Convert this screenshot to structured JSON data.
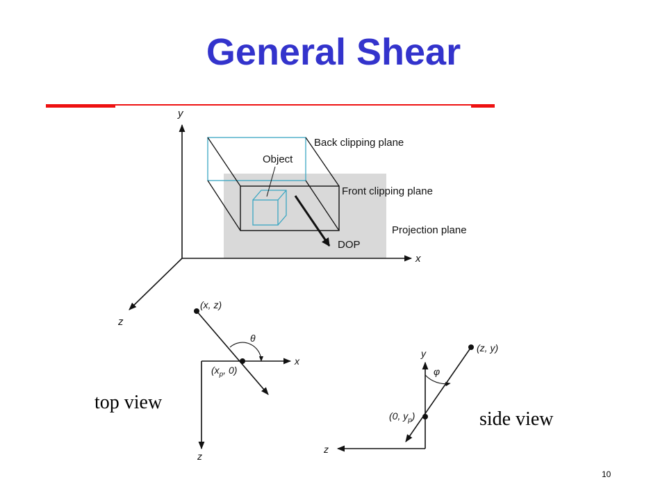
{
  "slide": {
    "title": "General Shear",
    "title_color": "#3333cc",
    "rule_color": "#ee1111",
    "page_number": "10"
  },
  "diagram3d": {
    "axis_y": "y",
    "axis_x": "x",
    "axis_z": "z",
    "back_plane": "Back clipping plane",
    "object": "Object",
    "front_plane": "Front clipping plane",
    "projection_plane": "Projection plane",
    "dop": "DOP",
    "box_color": "#3aa6c2",
    "plane_color": "#d9d9d9"
  },
  "top_view": {
    "caption": "top view",
    "point": "(x, z)",
    "angle": "θ",
    "proj_x": "(x",
    "proj_sub": "p",
    "proj_rest": ", 0)",
    "axis_x": "x",
    "axis_z": "z"
  },
  "side_view": {
    "caption": "side view",
    "point": "(z, y)",
    "angle": "φ",
    "proj_a": "(0, y",
    "proj_sub": "p",
    "proj_b": ")",
    "axis_y": "y",
    "axis_z": "z"
  }
}
